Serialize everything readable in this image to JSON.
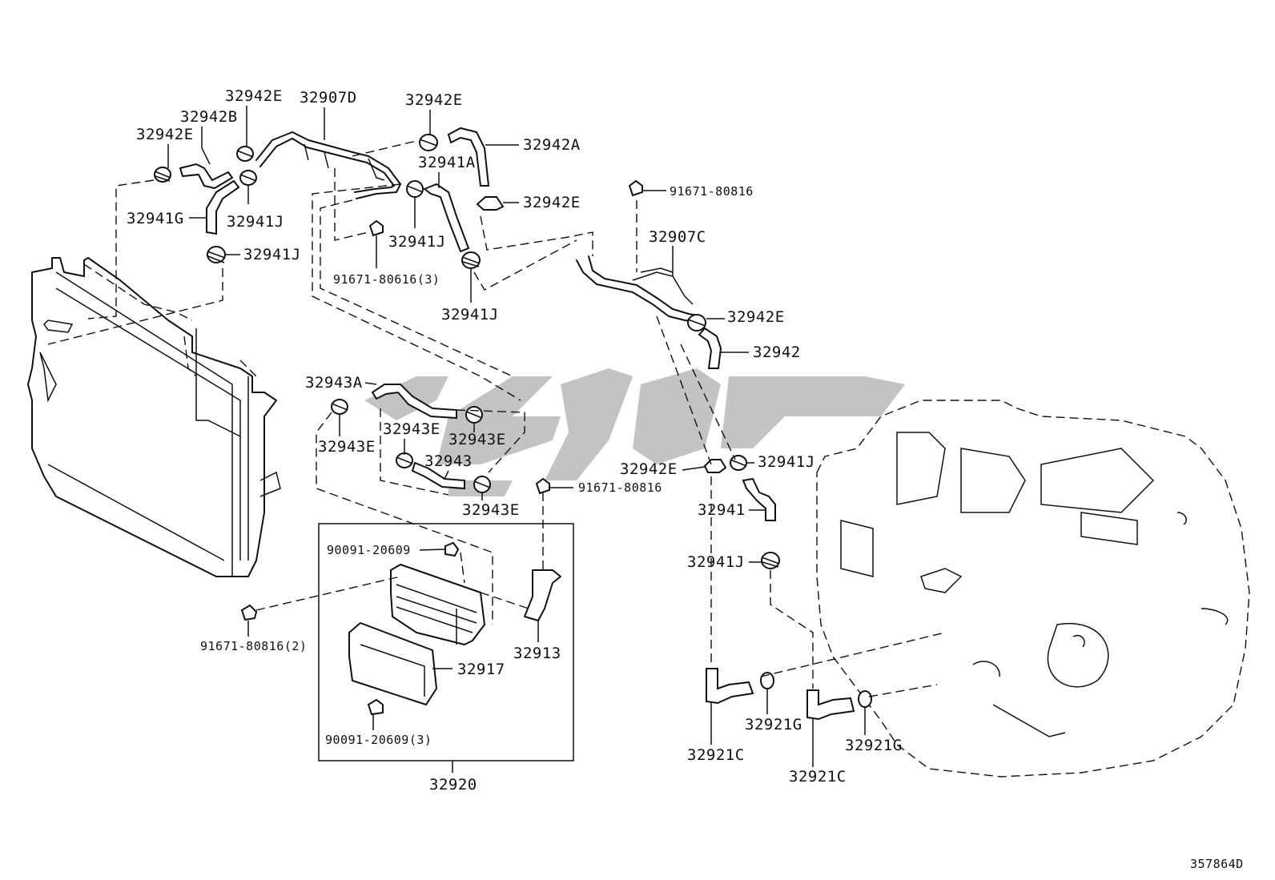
{
  "diagram": {
    "catalog_id": "357864D",
    "labels": {
      "l_32942E_a": "32942E",
      "l_32942B": "32942B",
      "l_32942E_b": "32942E",
      "l_32907D": "32907D",
      "l_32942E_c": "32942E",
      "l_32942A": "32942A",
      "l_32941A": "32941A",
      "l_32942E_d": "32942E",
      "l_32941G": "32941G",
      "l_32941J_a": "32941J",
      "l_32941J_b": "32941J",
      "l_32941J_c": "32941J",
      "l_91671_80616": "91671-80616(3)",
      "l_32941J_d": "32941J",
      "l_91671_80816_a": "91671-80816",
      "l_32907C": "32907C",
      "l_32942E_e": "32942E",
      "l_32942": "32942",
      "l_32943A": "32943A",
      "l_32943E_a": "32943E",
      "l_32943E_b": "32943E",
      "l_32943E_c": "32943E",
      "l_32943": "32943",
      "l_32943E_d": "32943E",
      "l_91671_80816_b": "91671-80816",
      "l_32942E_f": "32942E",
      "l_32941J_e": "32941J",
      "l_32941": "32941",
      "l_32941J_f": "32941J",
      "l_90091_20609_a": "90091-20609",
      "l_32913": "32913",
      "l_91671_80816_c": "91671-80816(2)",
      "l_32917": "32917",
      "l_90091_20609_b": "90091-20609(3)",
      "l_32920": "32920",
      "l_32921G_a": "32921G",
      "l_32921G_b": "32921G",
      "l_32921C_a": "32921C",
      "l_32921C_b": "32921C"
    }
  }
}
